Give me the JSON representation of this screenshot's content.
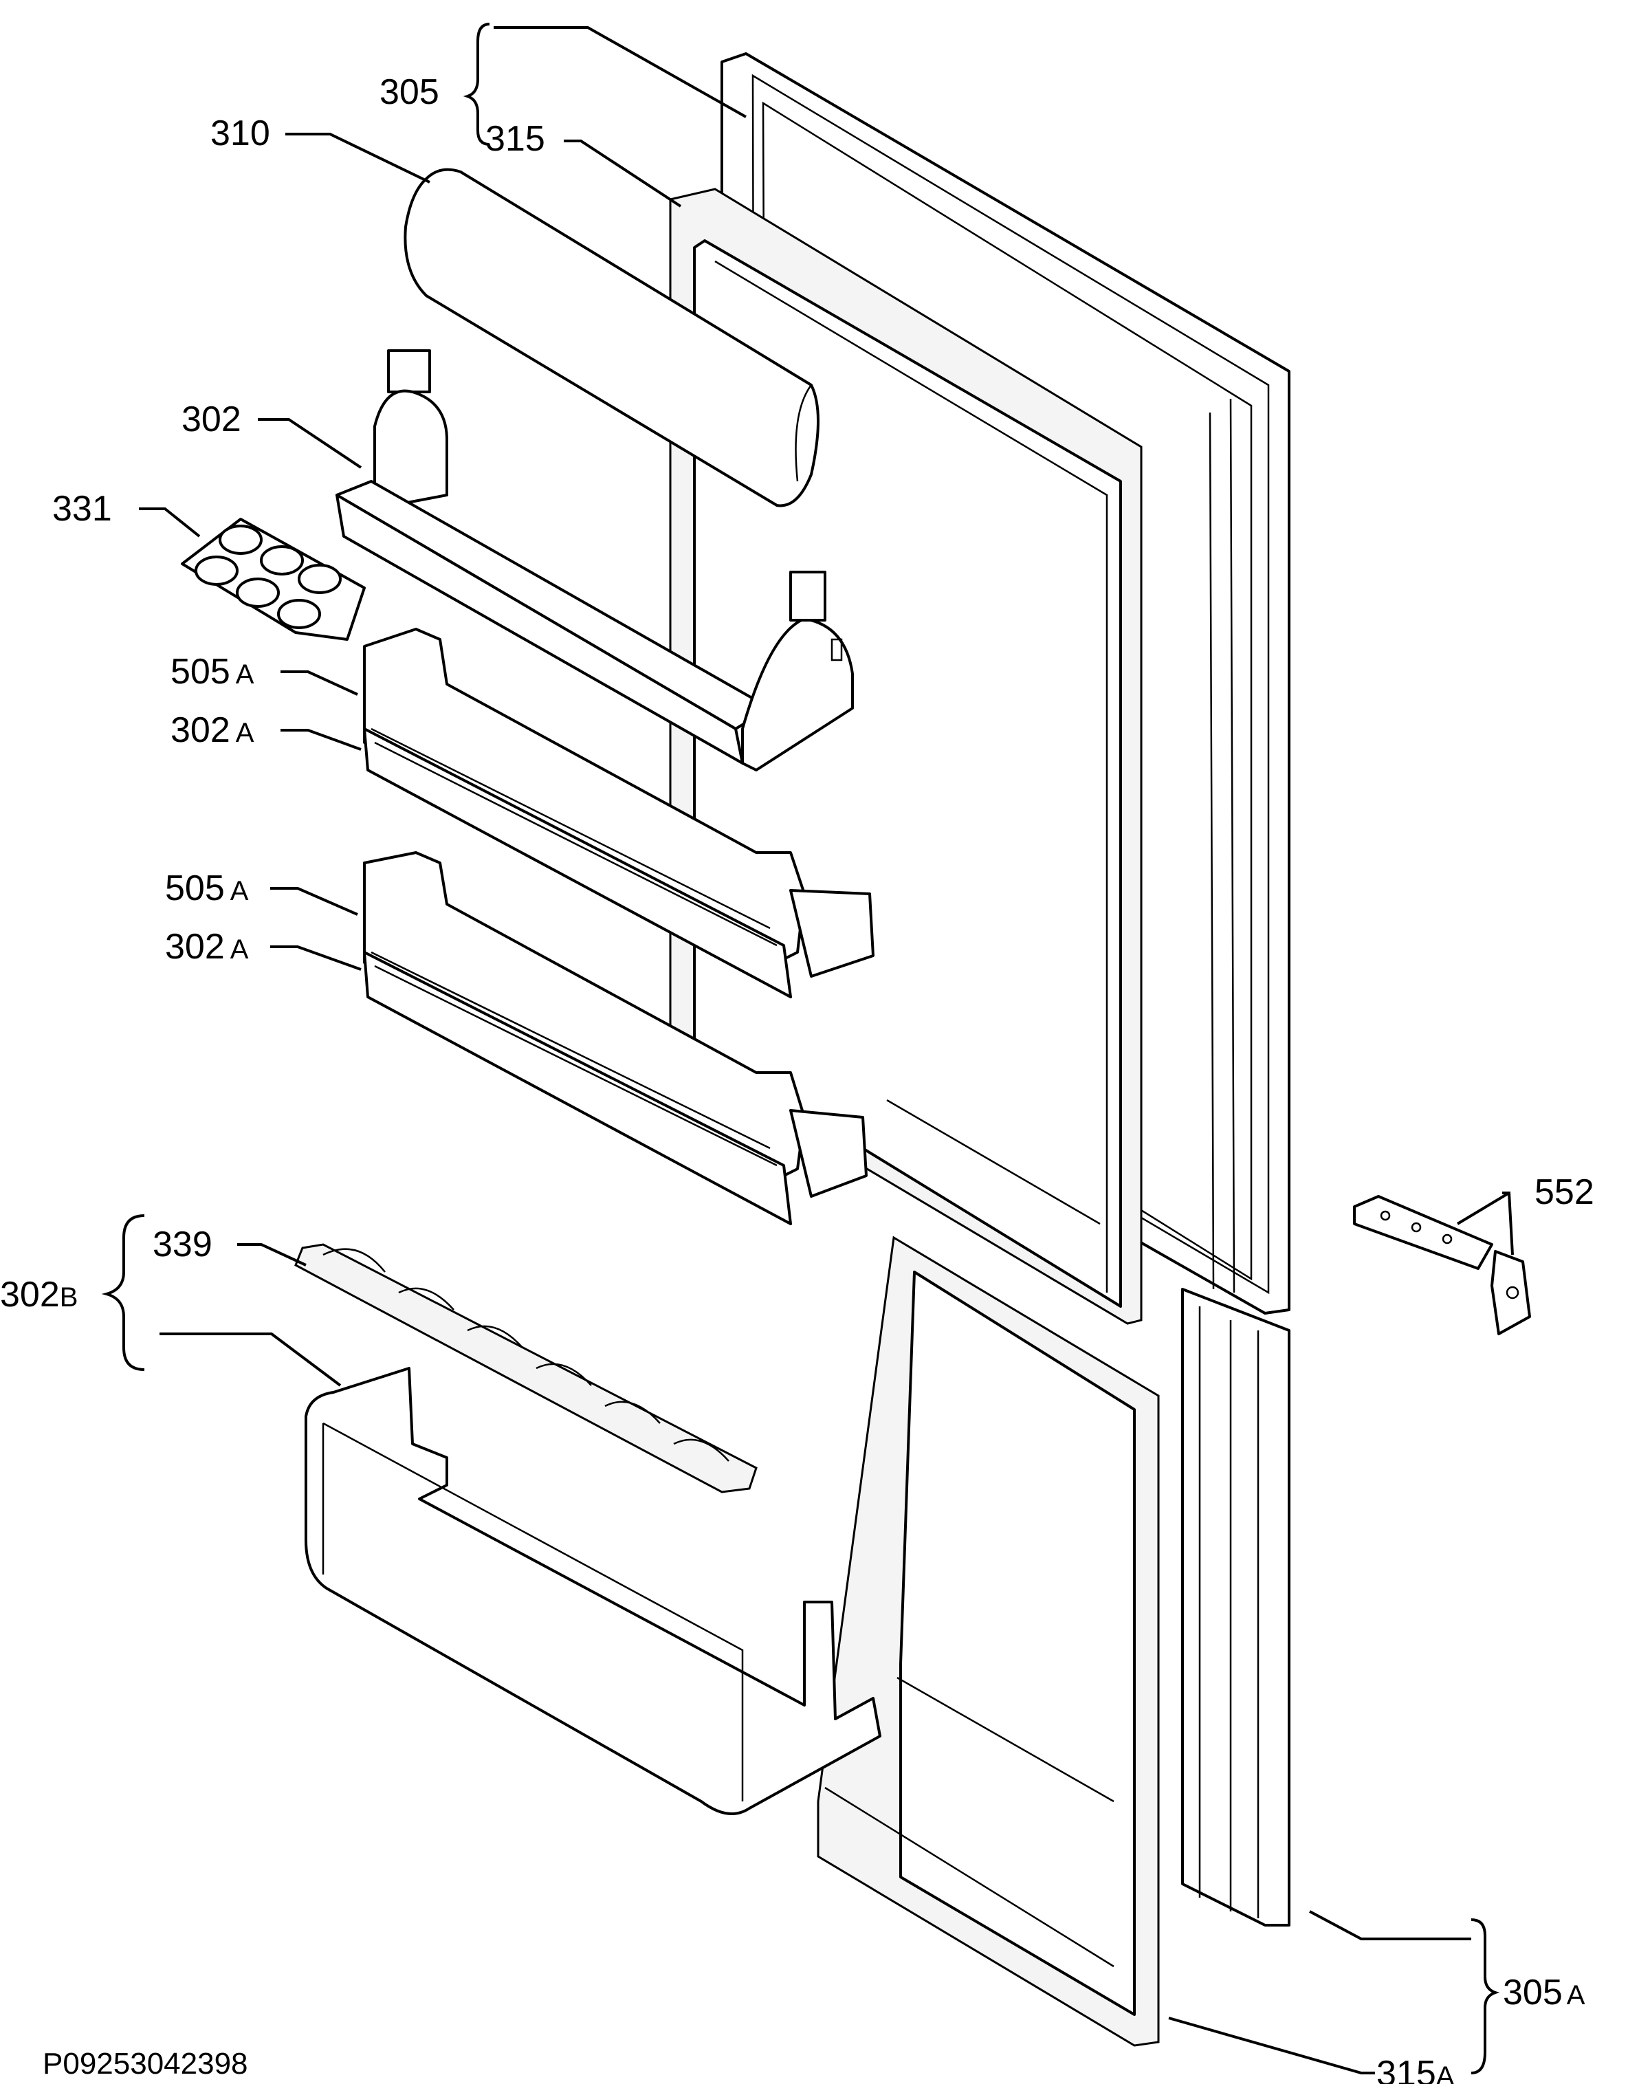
{
  "drawing_code": "P09253042398",
  "labels": {
    "l305": "305",
    "l315": "315",
    "l310": "310",
    "l302": "302",
    "l331": "331",
    "l505a_1": "505",
    "l505a_1s": "A",
    "l302a_1": "302",
    "l302a_1s": "A",
    "l505a_2": "505",
    "l505a_2s": "A",
    "l302a_2": "302",
    "l302a_2s": "A",
    "l339": "339",
    "l302b": "302",
    "l302bs": "B",
    "l552": "552",
    "l305a": "305",
    "l305as": "A",
    "l315a": "315",
    "l315as": "A"
  }
}
